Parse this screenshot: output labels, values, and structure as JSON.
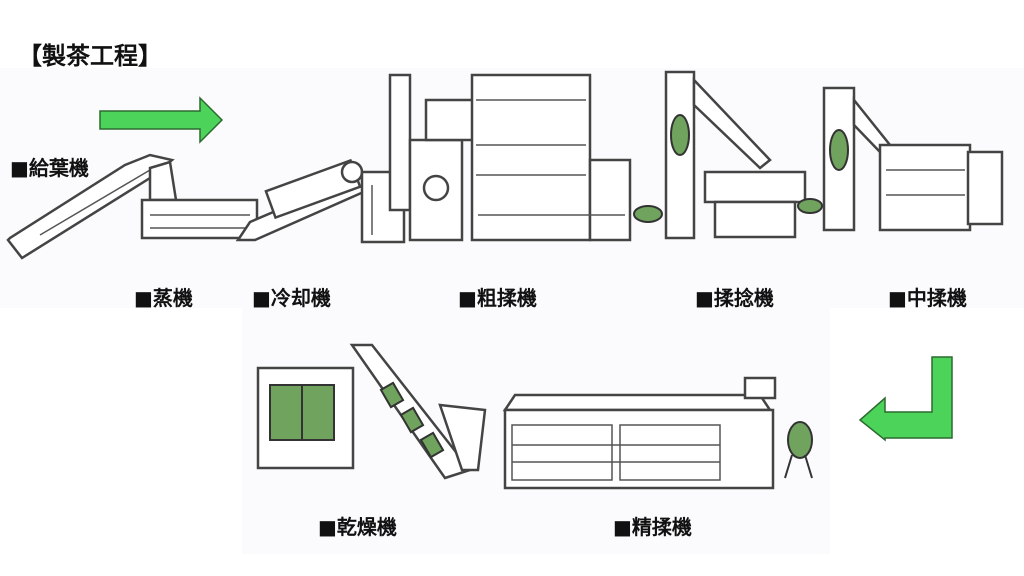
{
  "title": "【製茶工程】",
  "steps": [
    {
      "label": "■給葉機"
    },
    {
      "label": "■蒸機"
    },
    {
      "label": "■冷却機"
    },
    {
      "label": "■粗揉機"
    },
    {
      "label": "■揉捻機"
    },
    {
      "label": "■中揉機"
    },
    {
      "label": "■乾燥機"
    },
    {
      "label": "■精揉機"
    }
  ],
  "colors": {
    "arrow": "#4cd35a",
    "arrow_stroke": "#2c6a30",
    "leaf": "#6fa35e"
  }
}
